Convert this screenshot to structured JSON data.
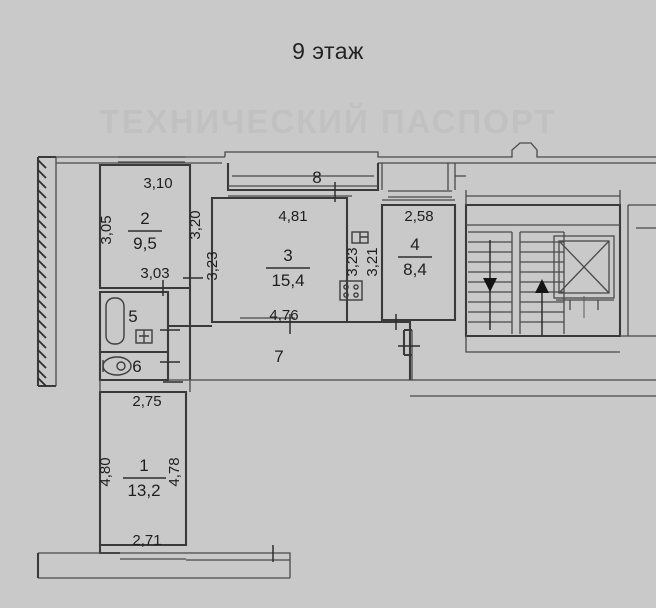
{
  "page": {
    "title": "9 этаж",
    "watermark": "ТЕХНИЧЕСКИЙ ПАСПОРТ",
    "background_color": "#c9c9c9",
    "line_color": "#3a3a3a"
  },
  "plan": {
    "type": "apartment-floor-plan",
    "floor": "9",
    "rooms": [
      {
        "number": "1",
        "area": "13,2",
        "name": "room-1",
        "dimensions": {
          "top": "2,75",
          "bottom": "2,71",
          "left": "4,80",
          "right": "4,78"
        }
      },
      {
        "number": "2",
        "area": "9,5",
        "name": "room-2",
        "dimensions": {
          "top": "3,10",
          "bottom": "3,03",
          "left": "3,05",
          "right": "3,20"
        }
      },
      {
        "number": "3",
        "area": "15,4",
        "name": "room-3",
        "dimensions": {
          "top": "4,81",
          "bottom": "4,76",
          "left": "3,23",
          "right": "3,23"
        }
      },
      {
        "number": "4",
        "area": "8,4",
        "name": "room-4-kitchen",
        "dimensions": {
          "top": "2,58",
          "right": "3,21"
        }
      },
      {
        "number": "5",
        "area": "",
        "name": "room-5-bathroom",
        "dimensions": {}
      },
      {
        "number": "6",
        "area": "",
        "name": "room-6-wc",
        "dimensions": {}
      },
      {
        "number": "7",
        "area": "",
        "name": "room-7-corridor",
        "dimensions": {}
      },
      {
        "number": "8",
        "area": "",
        "name": "room-8-balcony",
        "dimensions": {}
      }
    ],
    "dimension_labels": [
      "3,10",
      "3,05",
      "3,20",
      "3,03",
      "3,23",
      "3,23",
      "3,21",
      "4,81",
      "4,76",
      "2,58",
      "2,75",
      "2,71",
      "4,80",
      "4,78"
    ],
    "fixtures": [
      {
        "name": "bathtub",
        "room": "5"
      },
      {
        "name": "sink",
        "room": "5"
      },
      {
        "name": "toilet",
        "room": "6"
      },
      {
        "name": "stove",
        "room": "4"
      },
      {
        "name": "kitchen-sink",
        "room": "4"
      }
    ],
    "common_area": {
      "staircase_down_arrow": "▼",
      "staircase_up_arrow": "▲",
      "elevator_shaft": "elevator"
    }
  }
}
